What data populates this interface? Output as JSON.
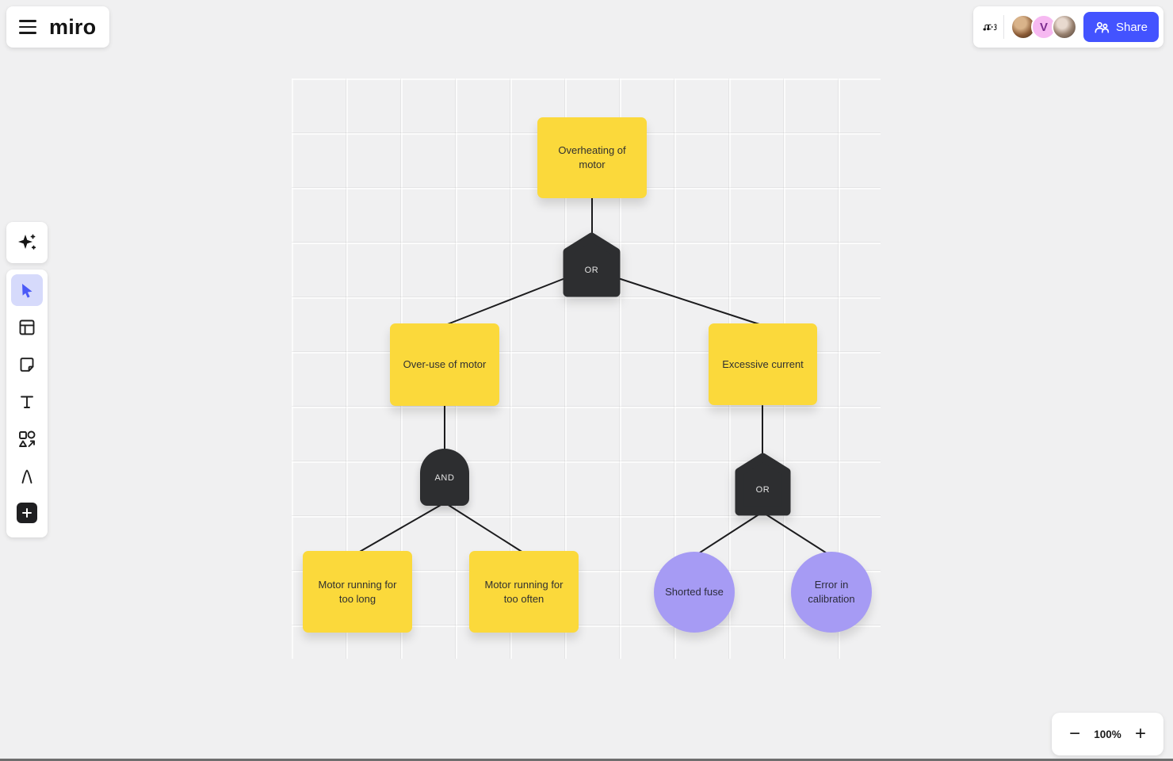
{
  "app": {
    "logo_text": "miro"
  },
  "header": {
    "share_button": "Share",
    "collaborators": [
      {
        "type": "photo",
        "name": "collaborator-1"
      },
      {
        "type": "initial",
        "initial": "V",
        "color": "#F6B9F1"
      },
      {
        "type": "photo",
        "name": "collaborator-2"
      }
    ],
    "doodle_icon": "music-note-doodle-icon"
  },
  "toolbar": {
    "items": [
      {
        "icon": "ai-sparkle-icon",
        "active": false
      },
      {
        "icon": "cursor-icon",
        "active": true
      },
      {
        "icon": "frames-icon",
        "active": false
      },
      {
        "icon": "sticky-note-icon",
        "active": false
      },
      {
        "icon": "text-icon",
        "active": false
      },
      {
        "icon": "shapes-icon",
        "active": false
      },
      {
        "icon": "pen-icon",
        "active": false
      },
      {
        "icon": "add-tools-icon",
        "active": false
      }
    ]
  },
  "zoom_controls": {
    "zoom_level": "100%",
    "zoom_out_glyph": "−",
    "zoom_in_glyph": "+"
  },
  "diagram": {
    "type": "fault-tree",
    "nodes": [
      {
        "id": "overheating",
        "shape": "sticky",
        "label": "Overheating of motor"
      },
      {
        "id": "or-1",
        "shape": "or-gate",
        "label": "OR"
      },
      {
        "id": "overuse",
        "shape": "sticky",
        "label": "Over-use of motor"
      },
      {
        "id": "excessive-current",
        "shape": "sticky",
        "label": "Excessive current"
      },
      {
        "id": "and-1",
        "shape": "and-gate",
        "label": "AND"
      },
      {
        "id": "or-2",
        "shape": "or-gate",
        "label": "OR"
      },
      {
        "id": "too-long",
        "shape": "sticky",
        "label": "Motor running for too long"
      },
      {
        "id": "too-often",
        "shape": "sticky",
        "label": "Motor running for too often"
      },
      {
        "id": "shorted-fuse",
        "shape": "circle",
        "label": "Shorted fuse"
      },
      {
        "id": "calibration-error",
        "shape": "circle",
        "label": "Error in calibration"
      }
    ],
    "edges": [
      [
        "overheating",
        "or-1"
      ],
      [
        "or-1",
        "overuse"
      ],
      [
        "or-1",
        "excessive-current"
      ],
      [
        "overuse",
        "and-1"
      ],
      [
        "and-1",
        "too-long"
      ],
      [
        "and-1",
        "too-often"
      ],
      [
        "excessive-current",
        "or-2"
      ],
      [
        "or-2",
        "shorted-fuse"
      ],
      [
        "or-2",
        "calibration-error"
      ]
    ],
    "colors": {
      "sticky_yellow": "#FBD93B",
      "gate_dark": "#2D2E30",
      "leaf_purple": "#A69BF4",
      "connector": "#1C1C1E",
      "accent_blue": "#4353FF"
    }
  }
}
